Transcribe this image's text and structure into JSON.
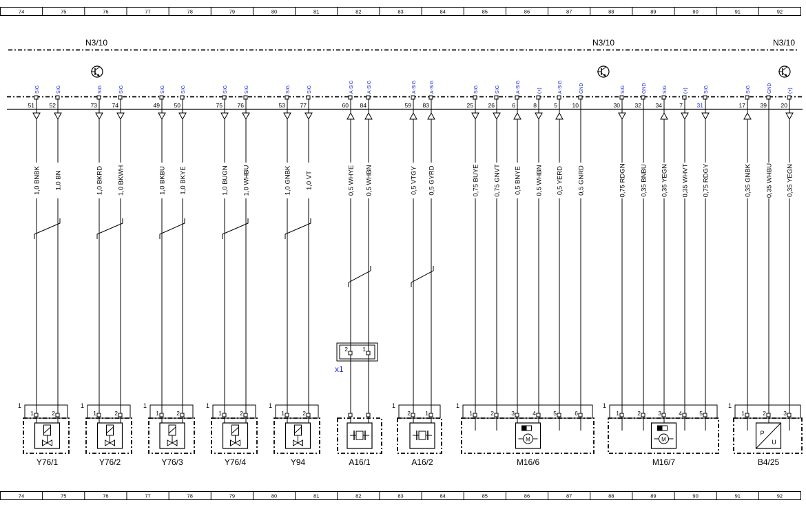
{
  "grid_numbers": [
    "74",
    "75",
    "76",
    "77",
    "78",
    "79",
    "80",
    "81",
    "82",
    "83",
    "84",
    "85",
    "86",
    "87",
    "88",
    "89",
    "90",
    "91",
    "92"
  ],
  "header": {
    "unit_labels": [
      "N3/10",
      "N3/10",
      "N3/10"
    ]
  },
  "x1": {
    "label": "x1",
    "pins": [
      "2",
      "1"
    ]
  },
  "transistor_icon_name": "transistor-icon",
  "colors": {
    "ink": "#000000",
    "signal_blue": "#1f2fd6",
    "background": "#ffffff"
  },
  "pins": [
    {
      "sig": "SIG",
      "num": "51",
      "wire": "1,0 BNBK",
      "dir": "down",
      "cnum": "1"
    },
    {
      "sig": "SIG",
      "num": "52",
      "wire": "1,0 BN",
      "dir": "down",
      "cnum": "2"
    },
    {
      "sig": "SIG",
      "num": "73",
      "wire": "1,0 BKRD",
      "dir": "down",
      "cnum": "1"
    },
    {
      "sig": "SIG",
      "num": "74",
      "wire": "1,0 BKWH",
      "dir": "down",
      "cnum": "2"
    },
    {
      "sig": "SIG",
      "num": "49",
      "wire": "1,0 BKBU",
      "dir": "down",
      "cnum": "1"
    },
    {
      "sig": "SIG",
      "num": "50",
      "wire": "1,0 BKYE",
      "dir": "down",
      "cnum": "2"
    },
    {
      "sig": "SIG",
      "num": "75",
      "wire": "1,0 BUGN",
      "dir": "down",
      "cnum": "1"
    },
    {
      "sig": "SIG",
      "num": "76",
      "wire": "1,0 WHBU",
      "dir": "down",
      "cnum": "2"
    },
    {
      "sig": "SIG",
      "num": "53",
      "wire": "1,0 GNBK",
      "dir": "down",
      "cnum": "1"
    },
    {
      "sig": "SIG",
      "num": "77",
      "wire": "1,0 VT",
      "dir": "down",
      "cnum": "2"
    },
    {
      "sig": "A-SIG",
      "num": "60",
      "wire": "0,5 WHYE",
      "dir": "up",
      "cnum": ""
    },
    {
      "sig": "A-SIG",
      "num": "84",
      "wire": "0,5 WHBN",
      "dir": "up",
      "cnum": ""
    },
    {
      "sig": "A-SIG",
      "num": "59",
      "wire": "0,5 VTGY",
      "dir": "up",
      "cnum": "2"
    },
    {
      "sig": "A-SIG",
      "num": "83",
      "wire": "0,5 GYRD",
      "dir": "up",
      "cnum": "1"
    },
    {
      "sig": "SIG",
      "num": "25",
      "wire": "0,75 BUYE",
      "dir": "down",
      "cnum": "1"
    },
    {
      "sig": "SIG",
      "num": "26",
      "wire": "0,75 GNVT",
      "dir": "down",
      "cnum": "2"
    },
    {
      "sig": "A-SIG",
      "num": "6",
      "wire": "0,5 BNYE",
      "dir": "up",
      "cnum": "3"
    },
    {
      "sig": "(+)",
      "num": "8",
      "wire": "0,5 WHBN",
      "dir": "down",
      "cnum": "4"
    },
    {
      "sig": "A-SIG",
      "num": "5",
      "wire": "0,5 YERD",
      "dir": "up",
      "cnum": "5"
    },
    {
      "sig": "GND",
      "num": "10",
      "wire": "0,5 GNRD",
      "dir": "none",
      "cnum": "6"
    },
    {
      "sig": "SIG",
      "num": "30",
      "wire": "0,75 RDGN",
      "dir": "down",
      "cnum": "1"
    },
    {
      "sig": "GND",
      "num": "32",
      "wire": "0,35 BNBU",
      "dir": "none",
      "cnum": "2"
    },
    {
      "sig": "SIG",
      "num": "34",
      "wire": "0,35 YEGN",
      "dir": "up",
      "cnum": "3"
    },
    {
      "sig": "(+)",
      "num": "7",
      "wire": "0,35 WHVT",
      "dir": "down",
      "cnum": "4"
    },
    {
      "sig": "SIG",
      "num": "31",
      "wire": "0,75 RDGY",
      "dir": "down",
      "cnum": "5"
    },
    {
      "sig": "SIG",
      "num": "17",
      "wire": "0,35 GNBK",
      "dir": "up",
      "cnum": "1"
    },
    {
      "sig": "GND",
      "num": "39",
      "wire": "0,35 WHBU",
      "dir": "none",
      "cnum": "2"
    },
    {
      "sig": "(+)",
      "num": "20",
      "wire": "0,35 YEGN",
      "dir": "down",
      "cnum": "3"
    }
  ],
  "components": [
    {
      "label": "Y76/1",
      "conn_no": "1",
      "type": "valve"
    },
    {
      "label": "Y76/2",
      "conn_no": "1",
      "type": "valve"
    },
    {
      "label": "Y76/3",
      "conn_no": "1",
      "type": "valve"
    },
    {
      "label": "Y76/4",
      "conn_no": "1",
      "type": "valve"
    },
    {
      "label": "Y94",
      "conn_no": "1",
      "type": "valve"
    },
    {
      "label": "A16/1",
      "conn_no": "",
      "type": "knock"
    },
    {
      "label": "A16/2",
      "conn_no": "1",
      "type": "knock"
    },
    {
      "label": "M16/6",
      "conn_no": "1",
      "type": "motor"
    },
    {
      "label": "M16/7",
      "conn_no": "1",
      "type": "motor"
    },
    {
      "label": "B4/25",
      "conn_no": "1",
      "type": "pu"
    }
  ]
}
